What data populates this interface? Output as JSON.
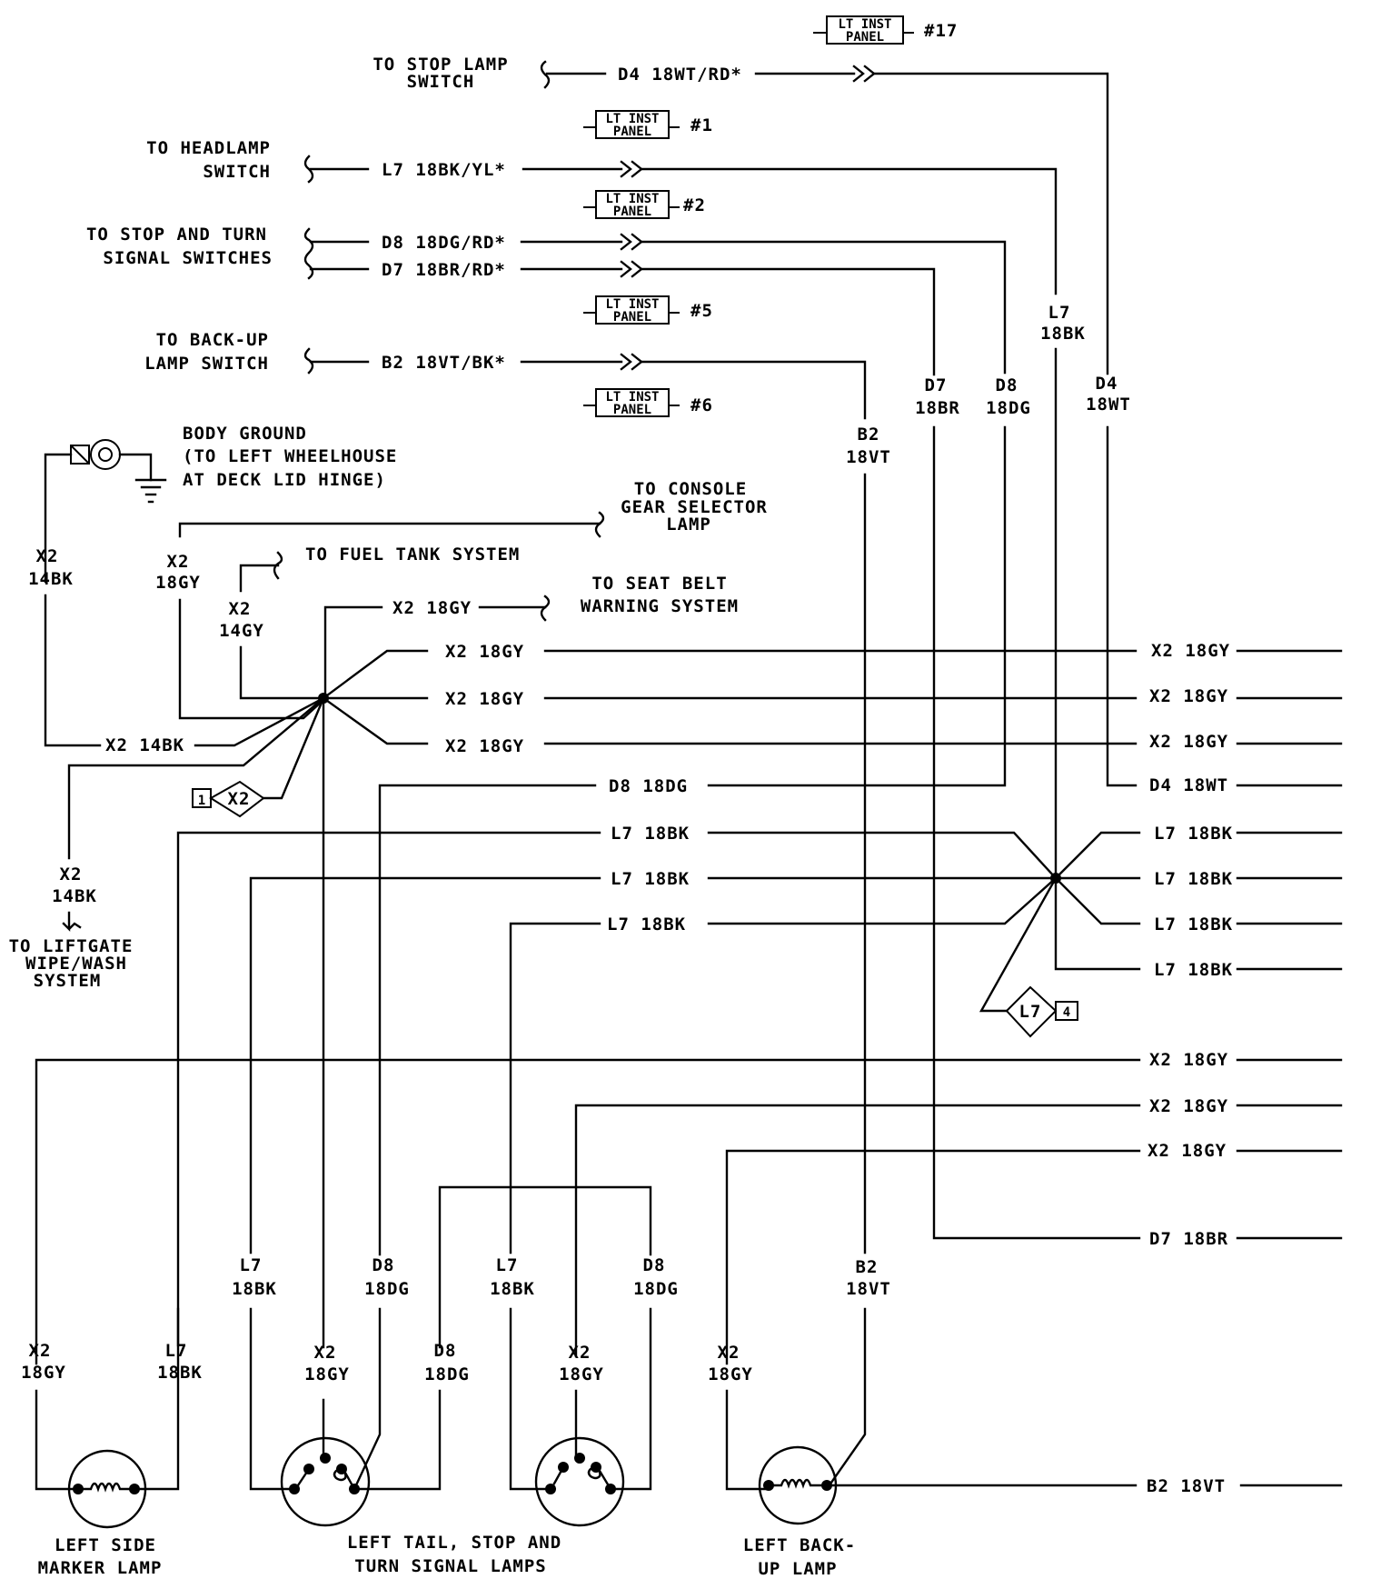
{
  "conn": {
    "c17": {
      "l1": "LT INST",
      "l2": "PANEL",
      "num": "#17"
    },
    "c1": {
      "l1": "LT INST",
      "l2": "PANEL",
      "num": "#1"
    },
    "c2": {
      "l1": "LT INST",
      "l2": "PANEL",
      "num": "#2"
    },
    "c5": {
      "l1": "LT INST",
      "l2": "PANEL",
      "num": "#5"
    },
    "c6": {
      "l1": "LT INST",
      "l2": "PANEL",
      "num": "#6"
    }
  },
  "dest": {
    "stop_lamp": [
      "TO STOP LAMP",
      "SWITCH"
    ],
    "headlamp": [
      "TO HEADLAMP",
      "SWITCH"
    ],
    "stop_turn": [
      "TO STOP AND TURN",
      "SIGNAL SWITCHES"
    ],
    "backup_sw": [
      "TO BACK-UP",
      "LAMP SWITCH"
    ],
    "body_ground": [
      "BODY GROUND",
      "(TO LEFT WHEELHOUSE",
      "AT DECK LID HINGE)"
    ],
    "console": [
      "TO CONSOLE",
      "GEAR SELECTOR",
      "LAMP"
    ],
    "fuel_tank": "TO FUEL TANK SYSTEM",
    "seat_belt": [
      "TO SEAT BELT",
      "WARNING SYSTEM"
    ],
    "liftgate": [
      "TO LIFTGATE",
      "WIPE/WASH",
      "SYSTEM"
    ]
  },
  "wire": {
    "d4_top": "D4 18WT/RD*",
    "l7_top": "L7 18BK/YL*",
    "d8_top": "D8 18DG/RD*",
    "d7_top": "D7 18BR/RD*",
    "b2_top": "B2 18VT/BK*",
    "x2_18gy": "X2 18GY",
    "x2_14bk": "X2 14BK",
    "d8_18dg": "D8 18DG",
    "l7_18bk": "L7 18BK",
    "d4_18wt": "D4 18WT",
    "d7_18br": "D7 18BR",
    "b2_18vt": "B2 18VT"
  },
  "code": {
    "x2": "X2",
    "l7": "L7",
    "d7": "D7",
    "d8": "D8",
    "d4": "D4",
    "b2": "B2",
    "bk18": "18BK",
    "br18": "18BR",
    "dg18": "18DG",
    "wt18": "18WT",
    "vt18": "18VT",
    "gy18": "18GY",
    "gy14": "14GY",
    "bk14": "14BK"
  },
  "splice": {
    "s1_num": "1",
    "s1_code": "X2",
    "s4_code": "L7",
    "s4_num": "4"
  },
  "lamps": {
    "side_marker": [
      "LEFT SIDE",
      "MARKER LAMP"
    ],
    "tail_stop": [
      "LEFT TAIL, STOP AND",
      "TURN SIGNAL LAMPS"
    ],
    "backup": [
      "LEFT BACK-",
      "UP LAMP"
    ]
  }
}
